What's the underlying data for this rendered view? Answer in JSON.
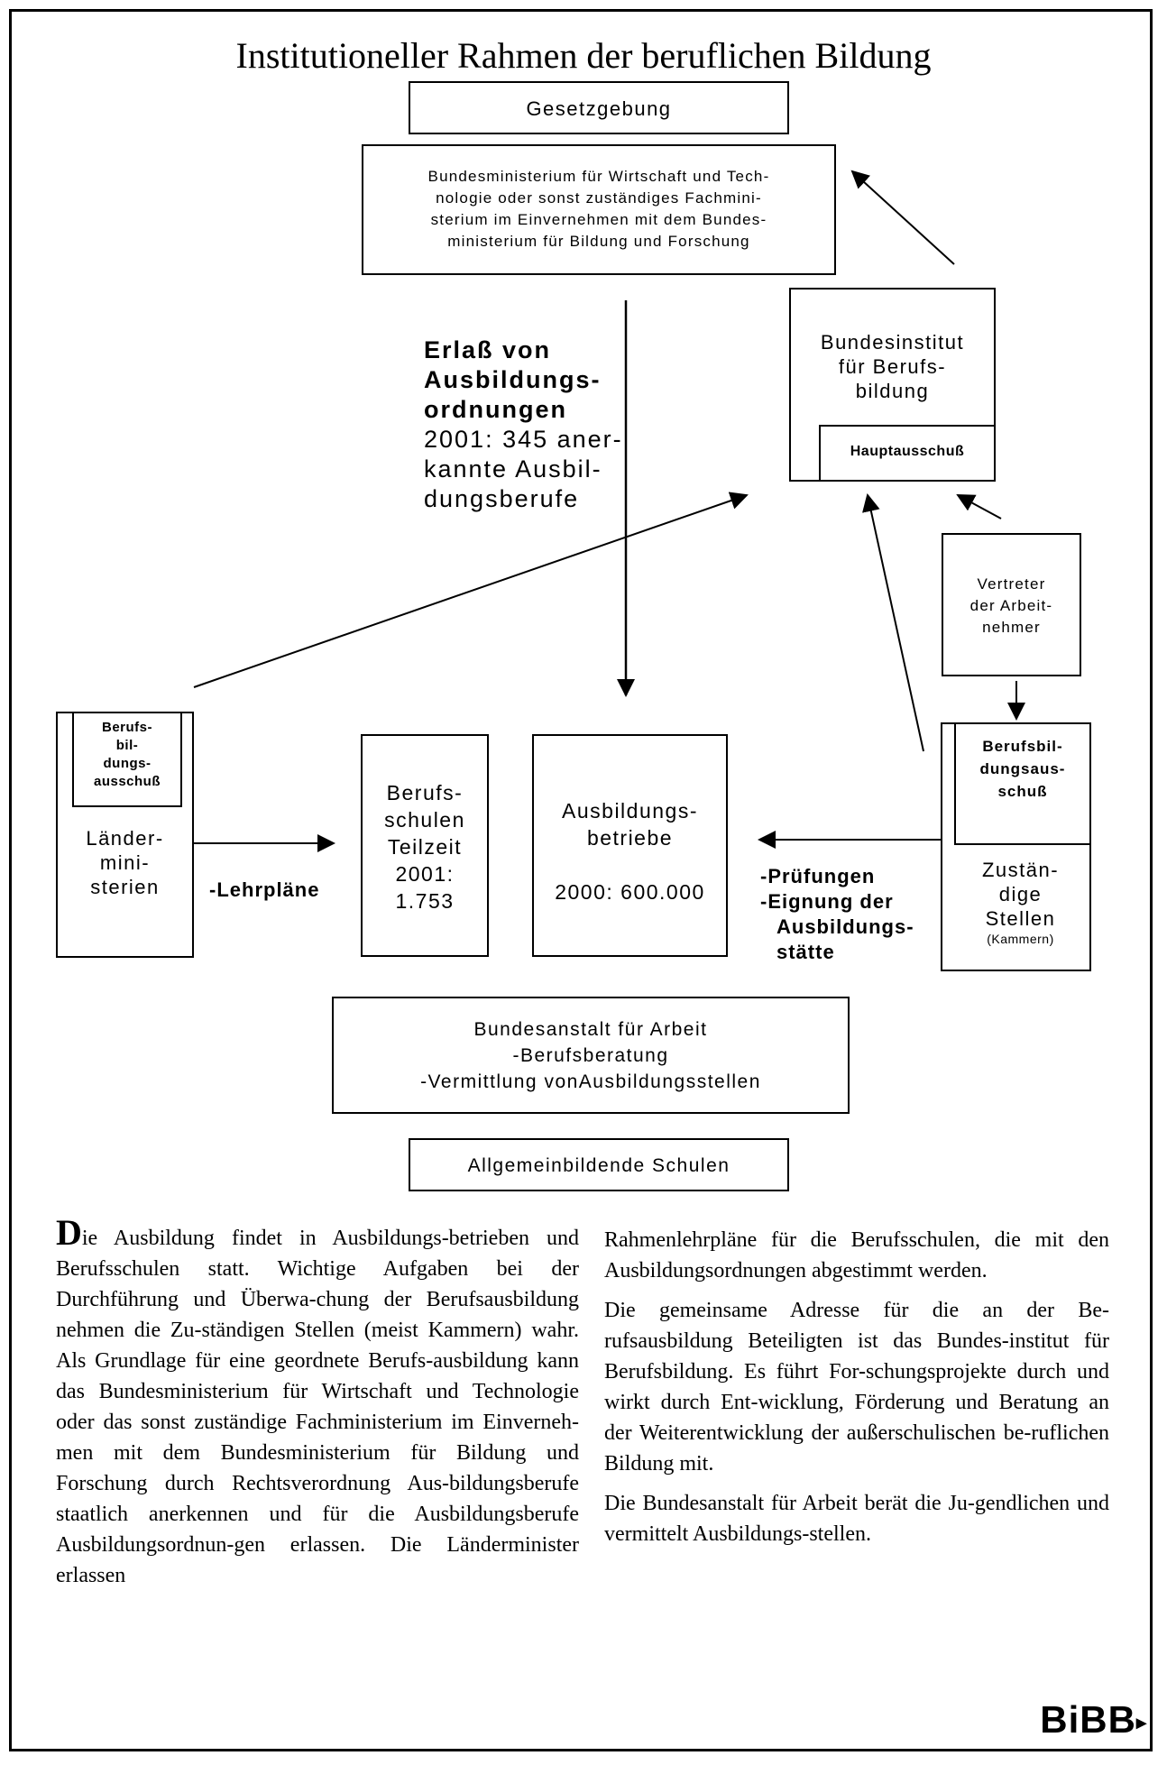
{
  "title": "Institutioneller Rahmen der beruflichen Bildung",
  "boxes": {
    "gesetzgebung": "Gesetzgebung",
    "bmwi_lines": [
      "Bundesministerium für Wirtschaft und Tech-",
      "nologie oder sonst zuständiges Fachmini-",
      "sterium im Einvernehmen mit dem Bundes-",
      "ministerium für  Bildung und Forschung"
    ],
    "bibb_lines": [
      "Bundesinstitut",
      "für Berufs-",
      "bildung"
    ],
    "hauptausschuss": "Hauptausschuß",
    "vertreter_lines": [
      "Vertreter",
      "der Arbeit-",
      "nehmer"
    ],
    "laender_bba_lines": [
      "Berufs-",
      "bil-",
      "dungs-",
      "ausschuß"
    ],
    "laender_lines": [
      "Länder-",
      "mini-",
      "sterien"
    ],
    "berufsschulen_lines": [
      "Berufs-",
      "schulen",
      "Teilzeit",
      "2001:",
      "1.753"
    ],
    "ausbildungsbetriebe_lines": [
      "Ausbildungs-",
      "betriebe",
      "",
      "2000: 600.000"
    ],
    "zust_bba_lines": [
      "Berufsbil-",
      "dungsaus-",
      "schuß"
    ],
    "zust_lines": [
      "Zustän-",
      "dige",
      "Stellen"
    ],
    "zust_kammern": "(Kammern)",
    "ba_lines": [
      "Bundesanstalt für Arbeit",
      "-Berufsberatung",
      "-Vermittlung vonAusbildungsstellen"
    ],
    "allgemein": "Allgemeinbildende Schulen"
  },
  "labels": {
    "erlass_bold": [
      "Erlaß von",
      "Ausbildungs-",
      "ordnungen"
    ],
    "erlass_plain": [
      "2001: 345 aner-",
      "kannte Ausbil-",
      "dungsberufe"
    ],
    "lehrplaene": "-Lehrpläne",
    "pruefungen_lines": [
      "-Prüfungen",
      "-Eignung der",
      "Ausbildungs-",
      "stätte"
    ]
  },
  "text": {
    "dropcap": "D",
    "col1": "ie Ausbildung findet in Ausbildungs-betrieben und Berufsschulen statt. Wichtige Aufgaben bei der Durchführung und Überwa-chung der Berufsausbildung nehmen die Zu-ständigen Stellen (meist Kammern) wahr. Als Grundlage für eine geordnete Berufs-ausbildung kann das Bundesministerium für Wirtschaft und Technologie oder das sonst zuständige Fachministerium im Einverneh-men mit dem Bundesministerium für Bildung und Forschung durch Rechtsverordnung Aus-bildungsberufe staatlich anerkennen und für die Ausbildungsberufe Ausbildungsordnun-gen erlassen. Die Länderminister erlassen",
    "col2_p1": "Rahmenlehrpläne für die Berufsschulen, die mit den Ausbildungsordnungen abgestimmt werden.",
    "col2_p2": "Die gemeinsame Adresse für die an der Be-rufsausbildung Beteiligten ist das Bundes-institut für Berufsbildung. Es führt For-schungsprojekte durch und wirkt durch Ent-wicklung, Förderung und Beratung an der Weiterentwicklung der außerschulischen be-ruflichen Bildung mit.",
    "col2_p3": "Die Bundesanstalt für Arbeit berät die Ju-gendlichen und vermittelt Ausbildungs-stellen."
  },
  "logo": "BiBB"
}
